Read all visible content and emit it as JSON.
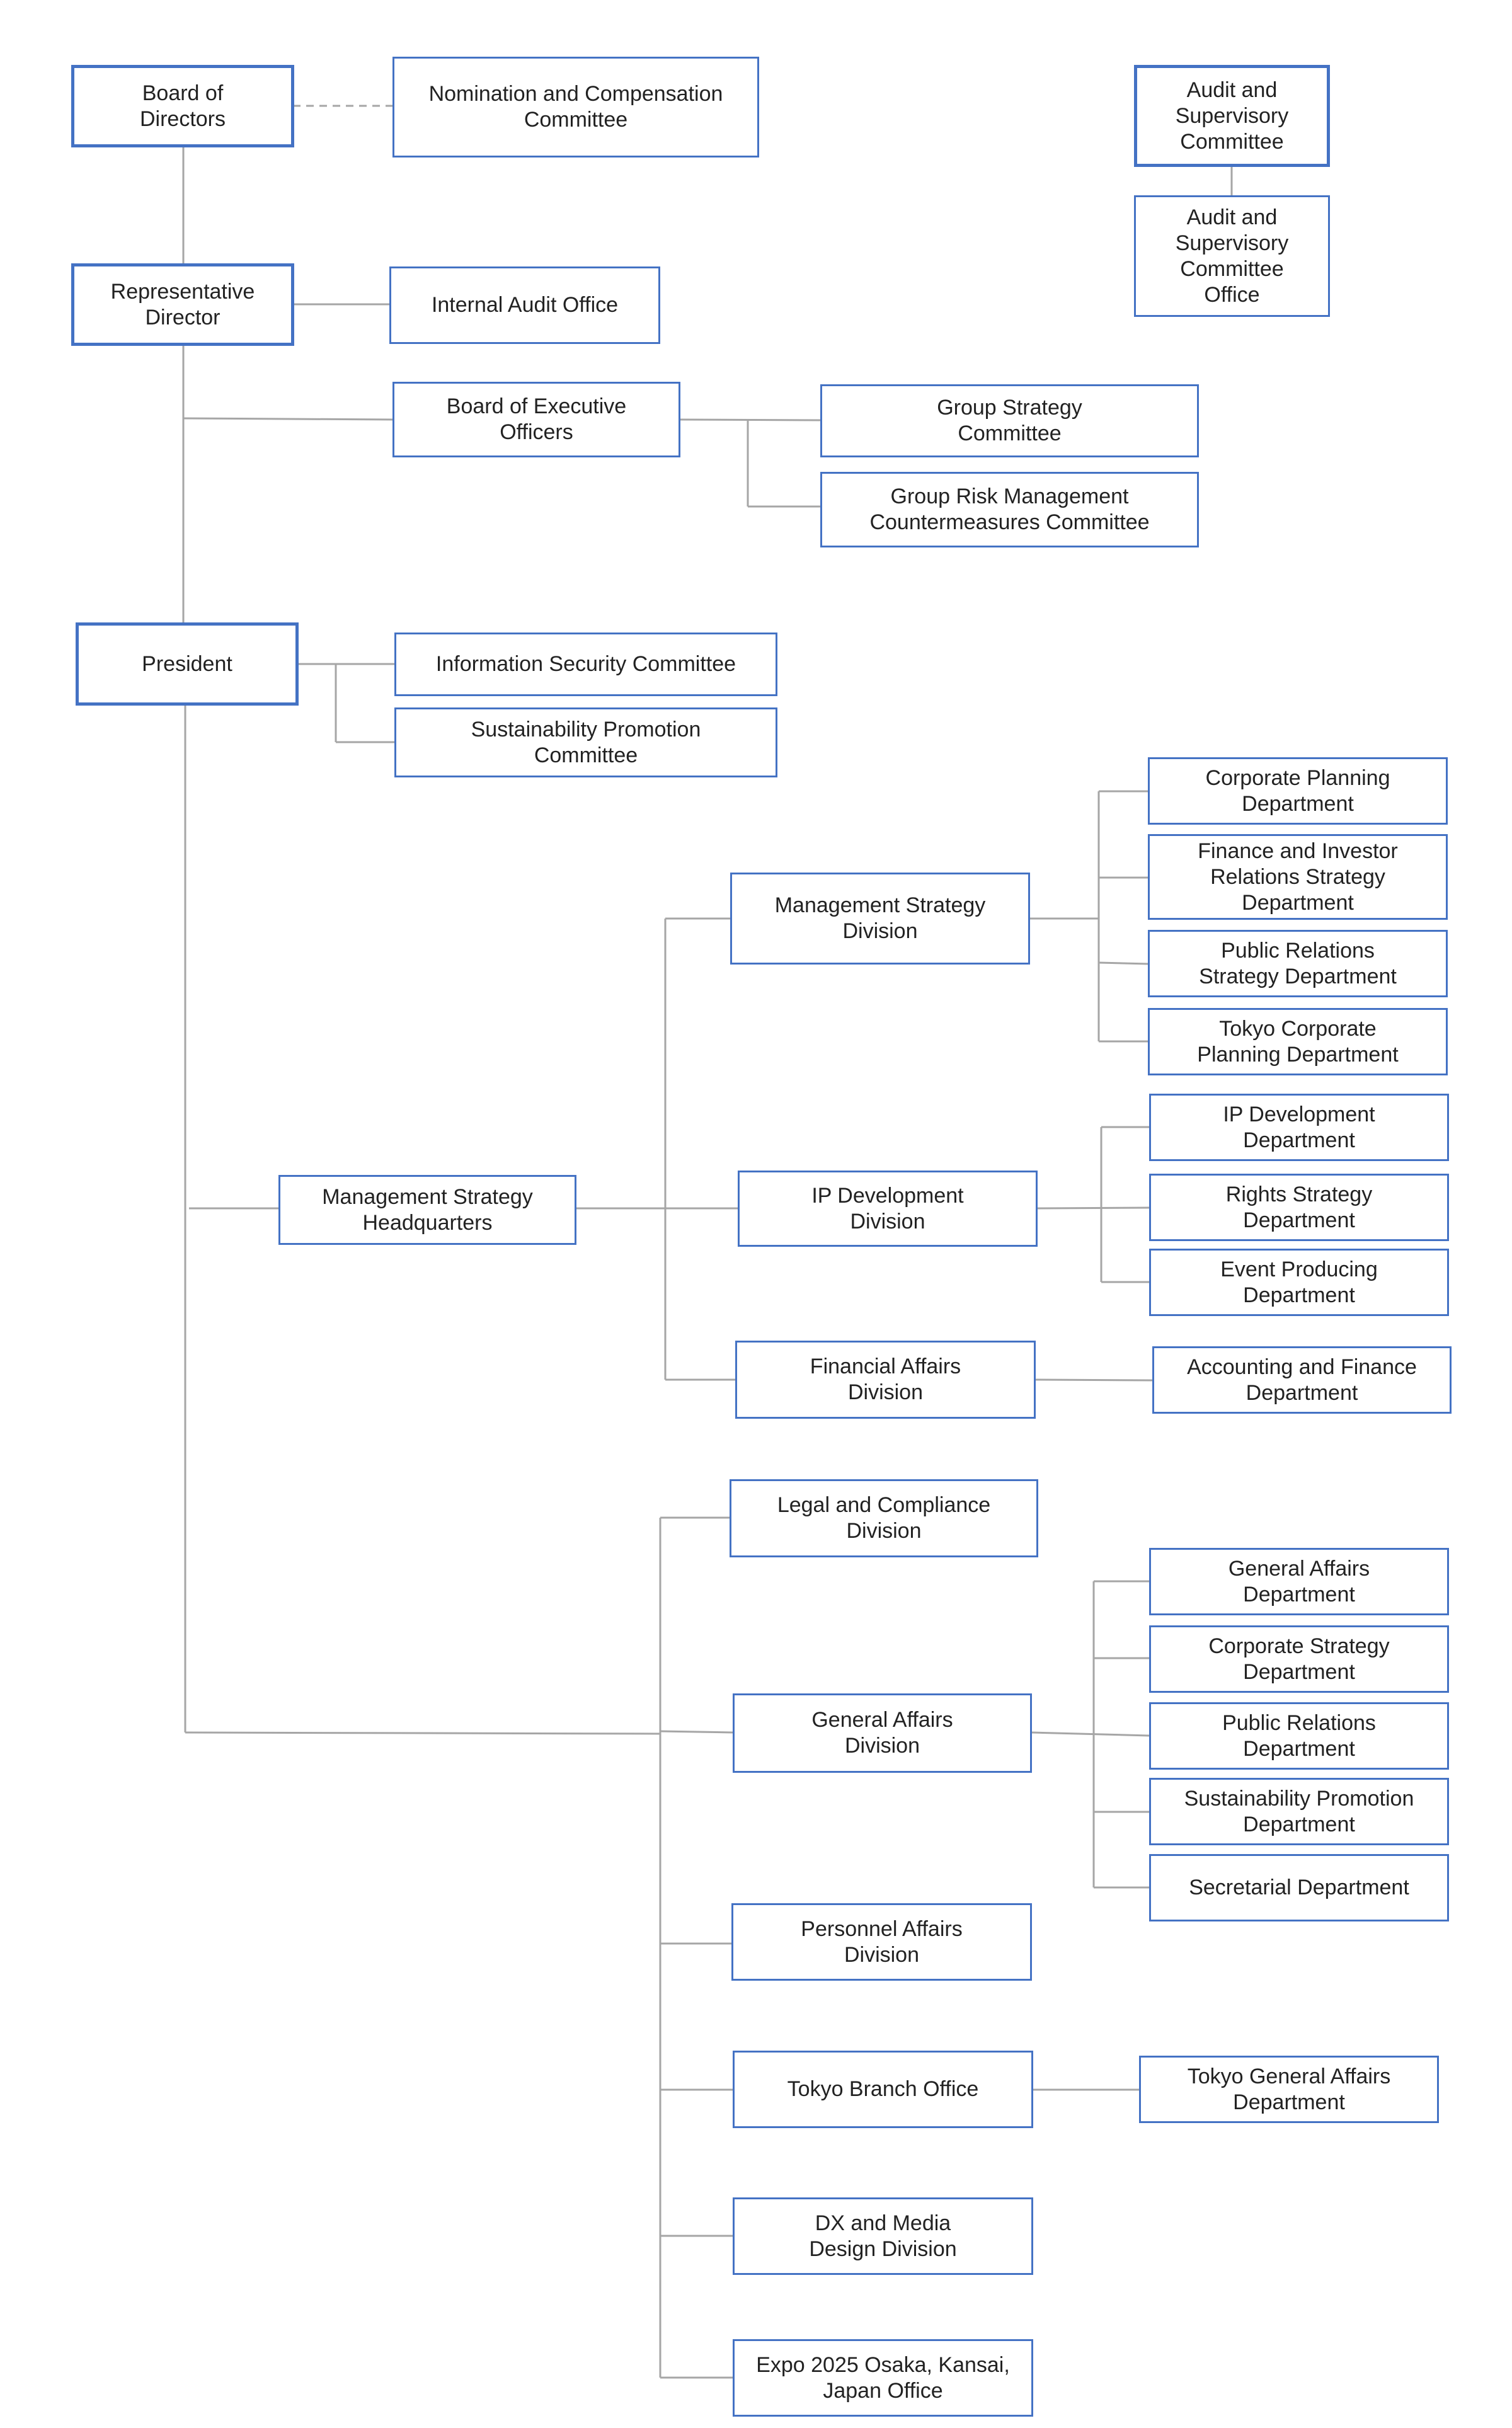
{
  "governance": {
    "board": "Board of\nDirectors",
    "nomination": "Nomination and Compensation\nCommittee",
    "audit_committee": "Audit and\nSupervisory\nCommittee",
    "audit_office": "Audit and\nSupervisory\nCommittee\nOffice",
    "rep_director": "Representative\nDirector",
    "internal_audit": "Internal Audit Office",
    "exec_officers": "Board of Executive\nOfficers",
    "group_strategy": "Group Strategy\nCommittee",
    "group_risk": "Group Risk Management\nCountermeasures Committee",
    "president": "President",
    "info_security": "Information Security Committee",
    "sustainability_committee": "Sustainability Promotion\nCommittee"
  },
  "headquarters": {
    "label": "Management Strategy\nHeadquarters",
    "mgmt_division": "Management Strategy\nDivision",
    "mgmt_departments": [
      "Corporate Planning\nDepartment",
      "Finance and Investor\nRelations Strategy\nDepartment",
      "Public Relations\nStrategy Department",
      "Tokyo Corporate\nPlanning Department"
    ],
    "ip_division": "IP Development\nDivision",
    "ip_departments": [
      "IP Development\nDepartment",
      "Rights Strategy\nDepartment",
      "Event Producing\nDepartment"
    ],
    "finance_division": "Financial Affairs\nDivision",
    "finance_departments": [
      "Accounting and Finance\nDepartment"
    ]
  },
  "divisions": {
    "legal": "Legal and Compliance\nDivision",
    "general_affairs": "General Affairs\nDivision",
    "ga_departments": [
      "General Affairs\nDepartment",
      "Corporate Strategy\nDepartment",
      "Public Relations\nDepartment",
      "Sustainability Promotion\nDepartment",
      "Secretarial Department"
    ],
    "personnel": "Personnel Affairs\nDivision",
    "tokyo_branch": "Tokyo Branch Office",
    "tokyo_departments": [
      "Tokyo General Affairs\nDepartment"
    ],
    "dx_media": "DX and Media\nDesign Division",
    "expo": "Expo 2025 Osaka, Kansai,\nJapan Office"
  },
  "colors": {
    "box_border": "#4472c4",
    "connector": "#a6a6a6",
    "text": "#222222"
  }
}
